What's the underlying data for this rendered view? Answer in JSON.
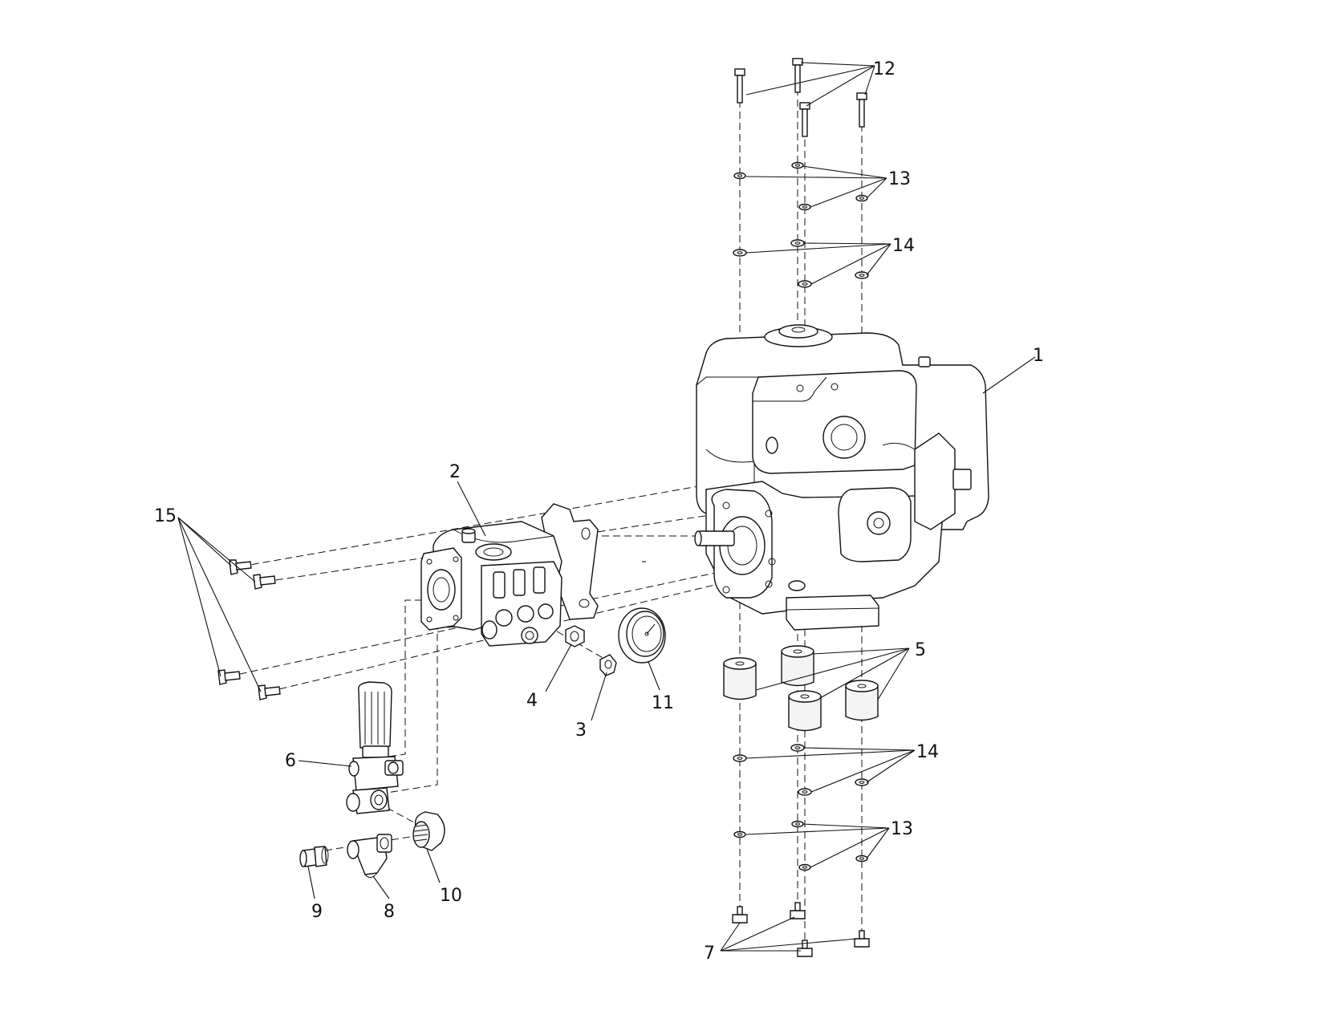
{
  "callouts": {
    "c1": "1",
    "c2": "2",
    "c3": "3",
    "c4": "4",
    "c5": "5",
    "c6": "6",
    "c7": "7",
    "c8": "8",
    "c9": "9",
    "c10": "10",
    "c11": "11",
    "c12": "12",
    "c13a": "13",
    "c13b": "13",
    "c14a": "14",
    "c14b": "14",
    "c15": "15"
  }
}
